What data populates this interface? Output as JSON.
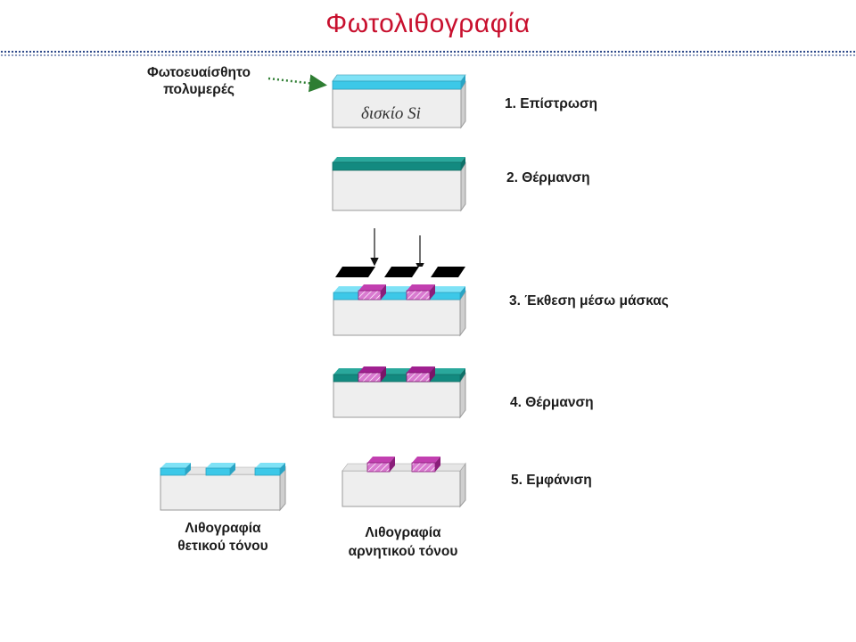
{
  "title": "Φωτολιθογραφία",
  "diagram": {
    "resist_label_line1": "Φωτοευαίσθητο",
    "resist_label_line2": "πολυμερές",
    "wafer_label": "δισκίο Si",
    "steps": [
      {
        "label": "1. Επίστρωση"
      },
      {
        "label": "2. Θέρμανση"
      },
      {
        "label": "3. Έκθεση μέσω μάσκας"
      },
      {
        "label": "4. Θέρμανση"
      },
      {
        "label": "5. Εμφάνιση"
      }
    ],
    "positive_label_line1": "Λιθογραφία",
    "positive_label_line2": "θετικού τόνου",
    "negative_label_line1": "Λιθογραφία",
    "negative_label_line2": "αρνητικού τόνου"
  },
  "colors": {
    "title": "#c8102e",
    "resist": "#3cc8e8",
    "baked_resist": "#138a80",
    "exposed": "#b4289c",
    "wafer_front": "#eeeeee",
    "wafer_side": "#cfcfcf",
    "mask_dark": "#000000"
  }
}
